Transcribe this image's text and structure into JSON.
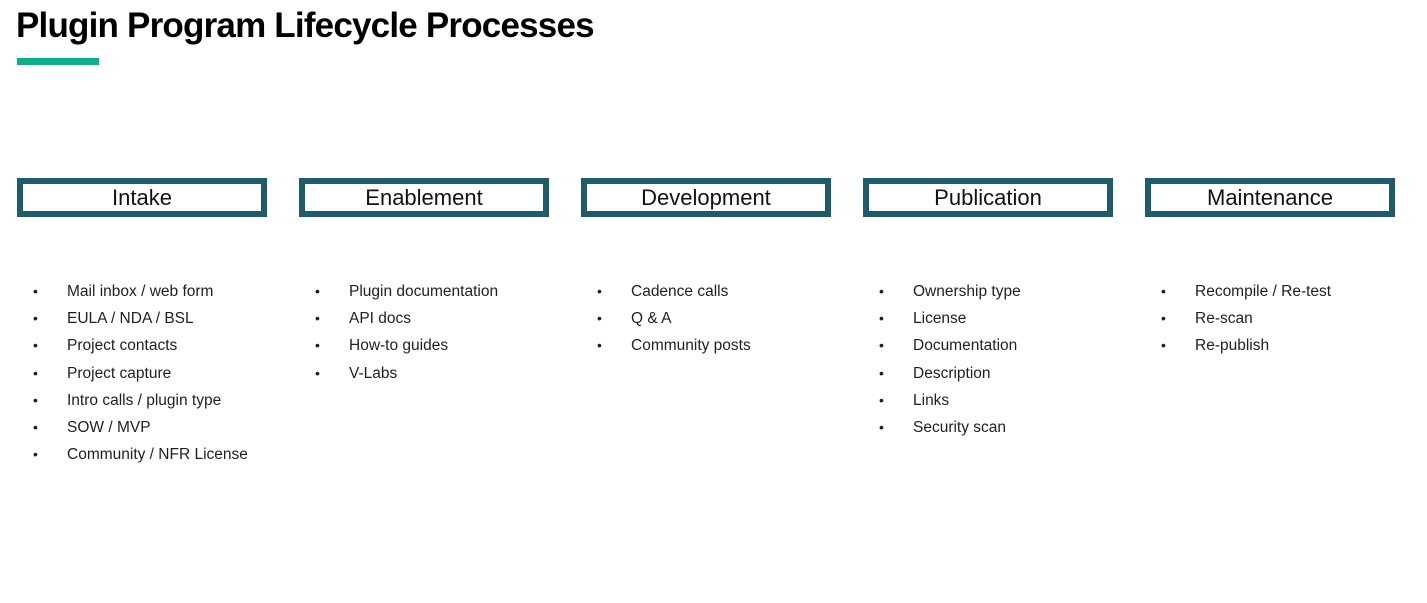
{
  "slide": {
    "title": "Plugin Program Lifecycle Processes"
  },
  "colors": {
    "accent_green": "#0cb08a",
    "box_border_teal": "#1e5c6b",
    "title_text": "#000000",
    "body_text": "#1f1f1f"
  },
  "bullet_glyph": "•",
  "columns": [
    {
      "header": "Intake",
      "items": [
        "Mail inbox / web form",
        "EULA / NDA / BSL",
        "Project contacts",
        "Project capture",
        "Intro calls / plugin type",
        "SOW / MVP",
        "Community / NFR License"
      ]
    },
    {
      "header": "Enablement",
      "items": [
        "Plugin documentation",
        "API docs",
        "How-to guides",
        "V-Labs"
      ]
    },
    {
      "header": "Development",
      "items": [
        "Cadence calls",
        "Q & A",
        "Community posts"
      ]
    },
    {
      "header": "Publication",
      "items": [
        "Ownership type",
        "License",
        "Documentation",
        "Description",
        "Links",
        "Security scan"
      ]
    },
    {
      "header": "Maintenance",
      "items": [
        "Recompile / Re-test",
        "Re-scan",
        "Re-publish"
      ]
    }
  ]
}
